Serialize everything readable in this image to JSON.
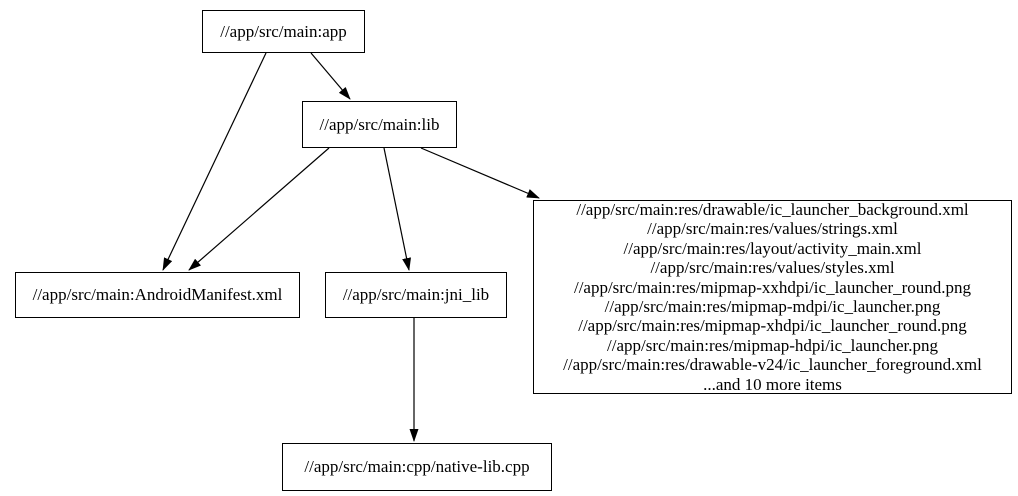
{
  "diagram": {
    "type": "dependency-graph",
    "colors": {
      "background": "#ffffff",
      "node_fill": "#ffffff",
      "node_border": "#000000",
      "text": "#000000",
      "edge": "#000000"
    },
    "nodes": {
      "app": {
        "label": "//app/src/main:app"
      },
      "lib": {
        "label": "//app/src/main:lib"
      },
      "manifest": {
        "label": "//app/src/main:AndroidManifest.xml"
      },
      "jni_lib": {
        "label": "//app/src/main:jni_lib"
      },
      "cpp": {
        "label": "//app/src/main:cpp/native-lib.cpp"
      },
      "resources": {
        "lines": [
          "//app/src/main:res/drawable/ic_launcher_background.xml",
          "//app/src/main:res/values/strings.xml",
          "//app/src/main:res/layout/activity_main.xml",
          "//app/src/main:res/values/styles.xml",
          "//app/src/main:res/mipmap-xxhdpi/ic_launcher_round.png",
          "//app/src/main:res/mipmap-mdpi/ic_launcher.png",
          "//app/src/main:res/mipmap-xhdpi/ic_launcher_round.png",
          "//app/src/main:res/mipmap-hdpi/ic_launcher.png",
          "//app/src/main:res/drawable-v24/ic_launcher_foreground.xml",
          "...and 10 more items"
        ]
      }
    },
    "edges": [
      {
        "from": "//app/src/main:app",
        "to": "//app/src/main:lib"
      },
      {
        "from": "//app/src/main:app",
        "to": "//app/src/main:AndroidManifest.xml"
      },
      {
        "from": "//app/src/main:lib",
        "to": "//app/src/main:AndroidManifest.xml"
      },
      {
        "from": "//app/src/main:lib",
        "to": "//app/src/main:jni_lib"
      },
      {
        "from": "//app/src/main:lib",
        "to": "res-files-group"
      },
      {
        "from": "//app/src/main:jni_lib",
        "to": "//app/src/main:cpp/native-lib.cpp"
      }
    ]
  }
}
